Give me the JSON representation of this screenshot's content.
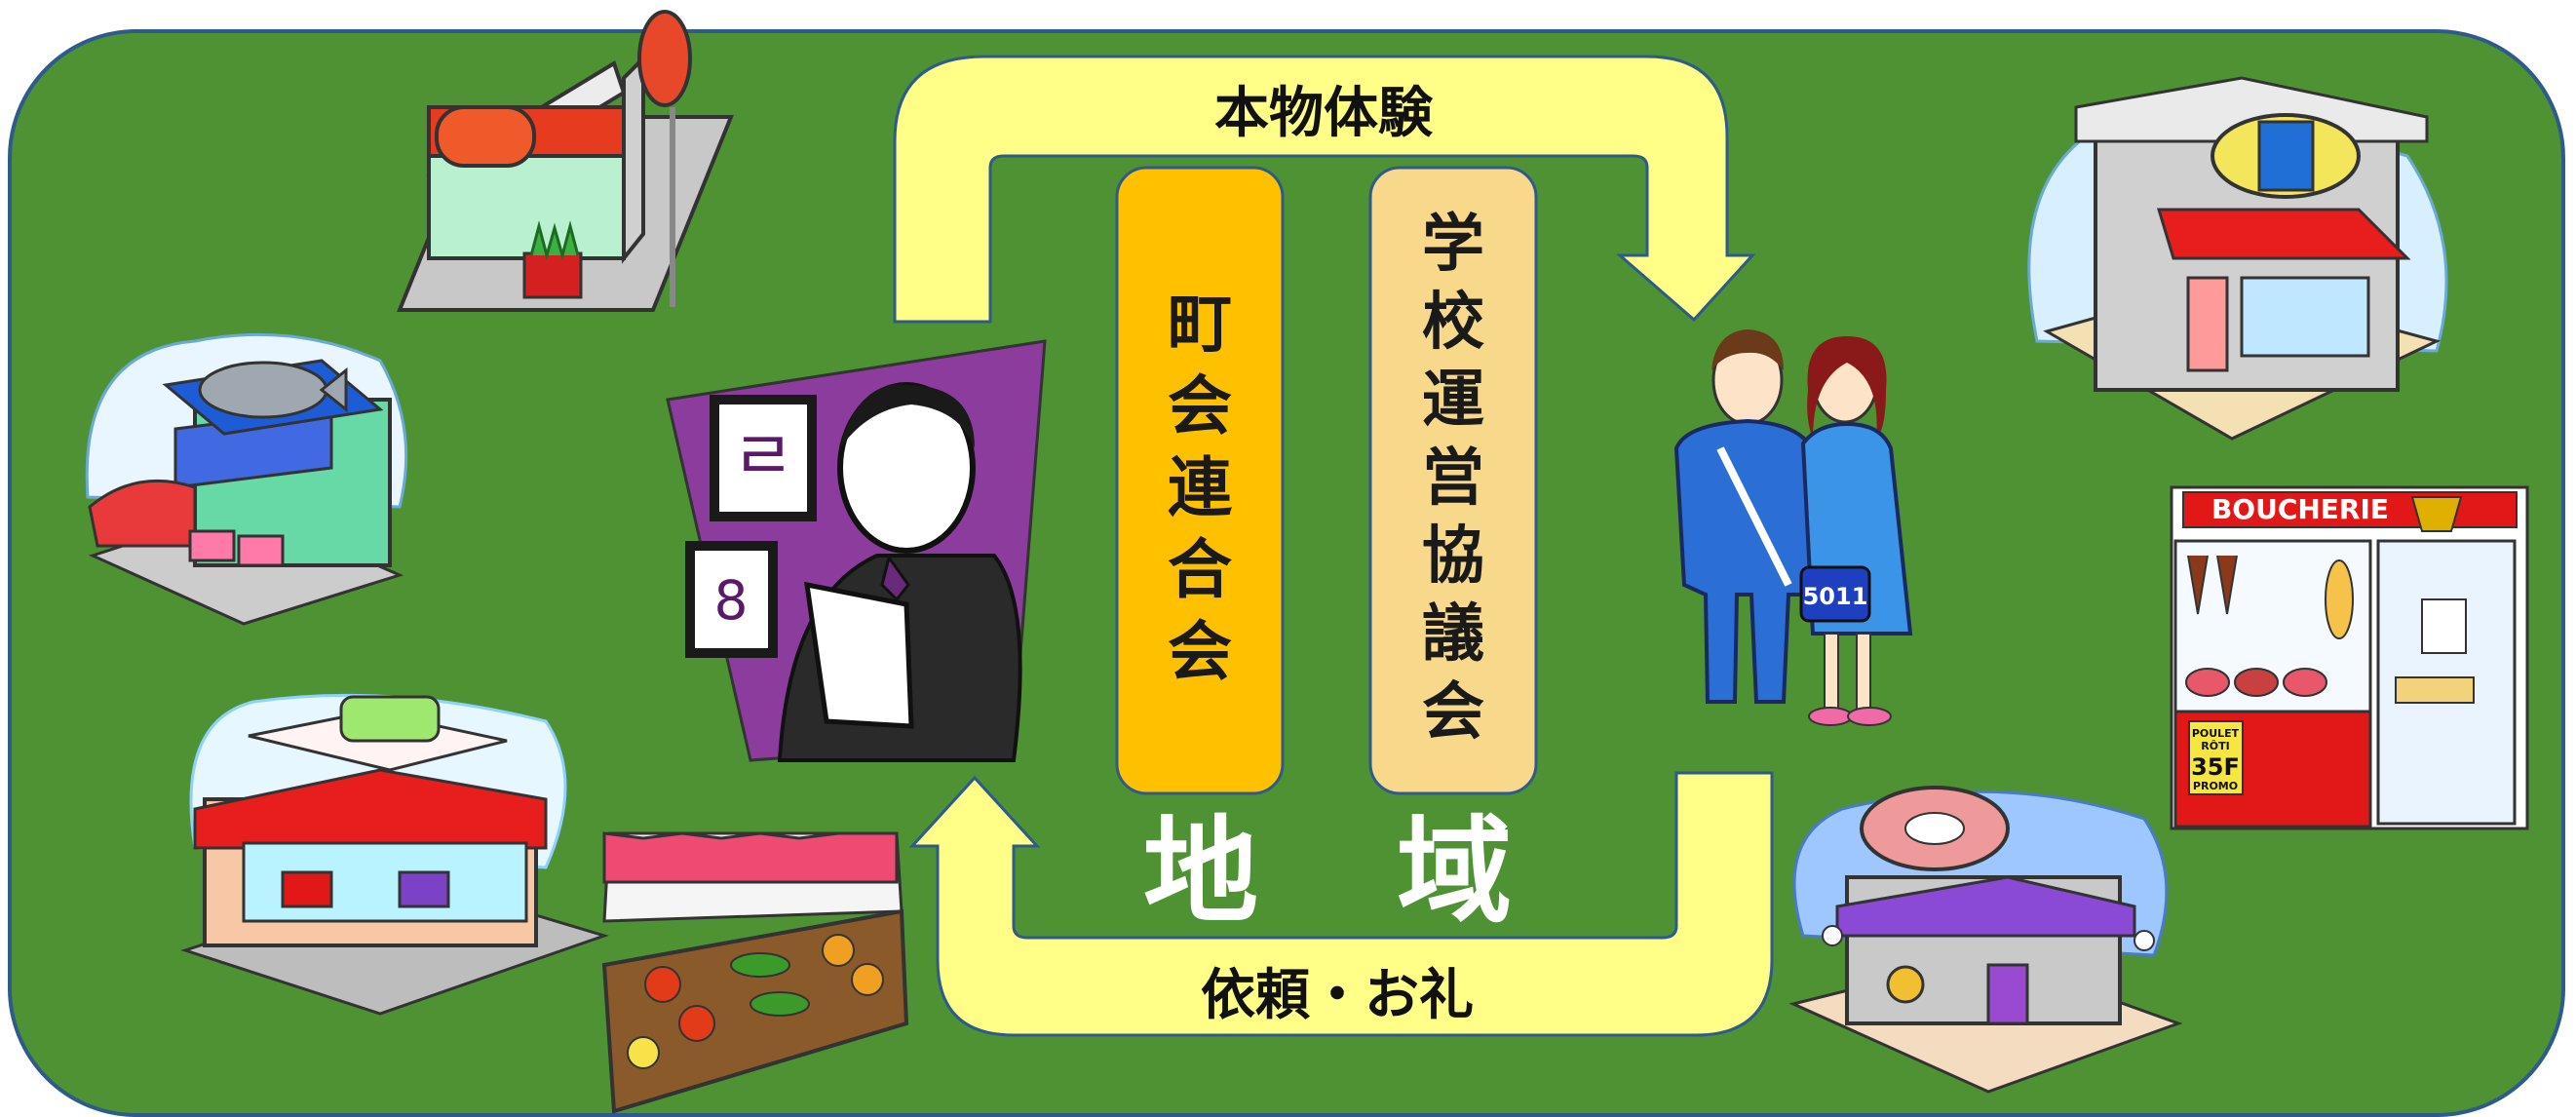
{
  "colors": {
    "field": "#4f9233",
    "field_border": "#2f5b8c",
    "arrow": "#ffff88",
    "arrow_border": "#2f5b8c",
    "left_box": "#ffc000",
    "right_box": "#f8d98c",
    "region_text": "#ffffff"
  },
  "arrows": {
    "top_label": "本物体験",
    "bottom_label": "依頼・お礼"
  },
  "boxes": {
    "left": {
      "label": "町会連合会",
      "chars": [
        "町",
        "会",
        "連",
        "合",
        "会"
      ]
    },
    "right": {
      "label": "学校運営協議会",
      "chars": [
        "学",
        "校",
        "運",
        "営",
        "協",
        "議",
        "会"
      ]
    }
  },
  "region": {
    "chars": [
      "地",
      "域"
    ]
  },
  "illustrations": {
    "restaurant": "restaurant-building-icon",
    "fish_shop": "fish-shop-icon",
    "furniture_shop": "furniture-store-icon",
    "vegetable_stand": "vegetable-stand-icon",
    "businessman": "businessman-reading-icon",
    "students": "students-pair-icon",
    "clothing_shop": "clothing-shop-icon",
    "butcher": "butcher-shop-icon",
    "meat_shop": "meat-shop-icon"
  },
  "butcher_sign": "BOUCHERIE",
  "butcher_poster": {
    "line1": "POULET",
    "line2": "RÔTI",
    "price": "35F",
    "line3": "PROMO"
  },
  "student_bag_label": "5011"
}
